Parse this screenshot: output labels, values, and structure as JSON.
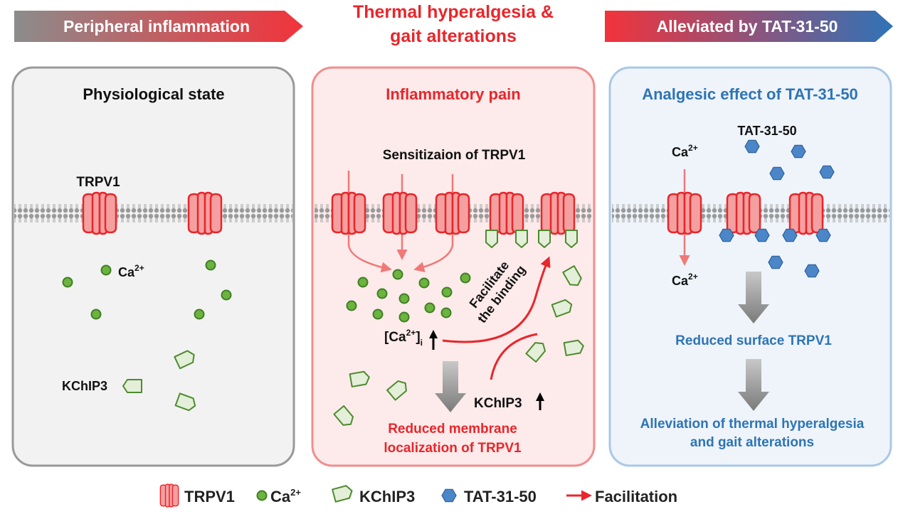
{
  "banners": {
    "left": "Peripheral inflammation",
    "middle_line1": "Thermal hyperalgesia &",
    "middle_line2": "gait alterations",
    "right": "Alleviated by TAT-31-50"
  },
  "panel_physiological": {
    "title": "Physiological state",
    "trpv1_label": "TRPV1",
    "ca_label": "Ca",
    "ca_sup": "2+",
    "kchip3_label": "KChIP3"
  },
  "panel_inflammatory": {
    "title": "Inflammatory pain",
    "sensitization": "Sensitizaion of TRPV1",
    "facilitate_line1": "Facilitate",
    "facilitate_line2": "the binding",
    "cai_open": "[Ca",
    "cai_sup": "2+",
    "cai_close": "]",
    "cai_sub": "i",
    "kchip3_label": "KChIP3",
    "result_line1": "Reduced membrane",
    "result_line2": "localization of TRPV1"
  },
  "panel_analgesic": {
    "title": "Analgesic effect of TAT-31-50",
    "tat_label": "TAT-31-50",
    "ca_label": "Ca",
    "ca_sup": "2+",
    "step1": "Reduced surface TRPV1",
    "step2_line1": "Alleviation of thermal hyperalgesia",
    "step2_line2": "and gait alterations"
  },
  "legend": {
    "trpv1": "TRPV1",
    "ca": "Ca",
    "ca_sup": "2+",
    "kchip3": "KChIP3",
    "tat": "TAT-31-50",
    "facilitation": "Facilitation"
  },
  "colors": {
    "red": "#e8262b",
    "blue": "#2e74b5",
    "green": "#62ab3c",
    "channel_fill": "#f5a0a0",
    "panel1_bg": "#f2f2f2",
    "panel2_bg": "#fdeaea",
    "panel3_bg": "#eef4fa"
  },
  "icons": {
    "channel": "trpv1-channel-icon",
    "calcium": "calcium-ion-icon",
    "kchip3": "kchip3-pentagon-icon",
    "tat": "tat-hexagon-icon",
    "arrow": "facilitation-arrow-icon"
  }
}
